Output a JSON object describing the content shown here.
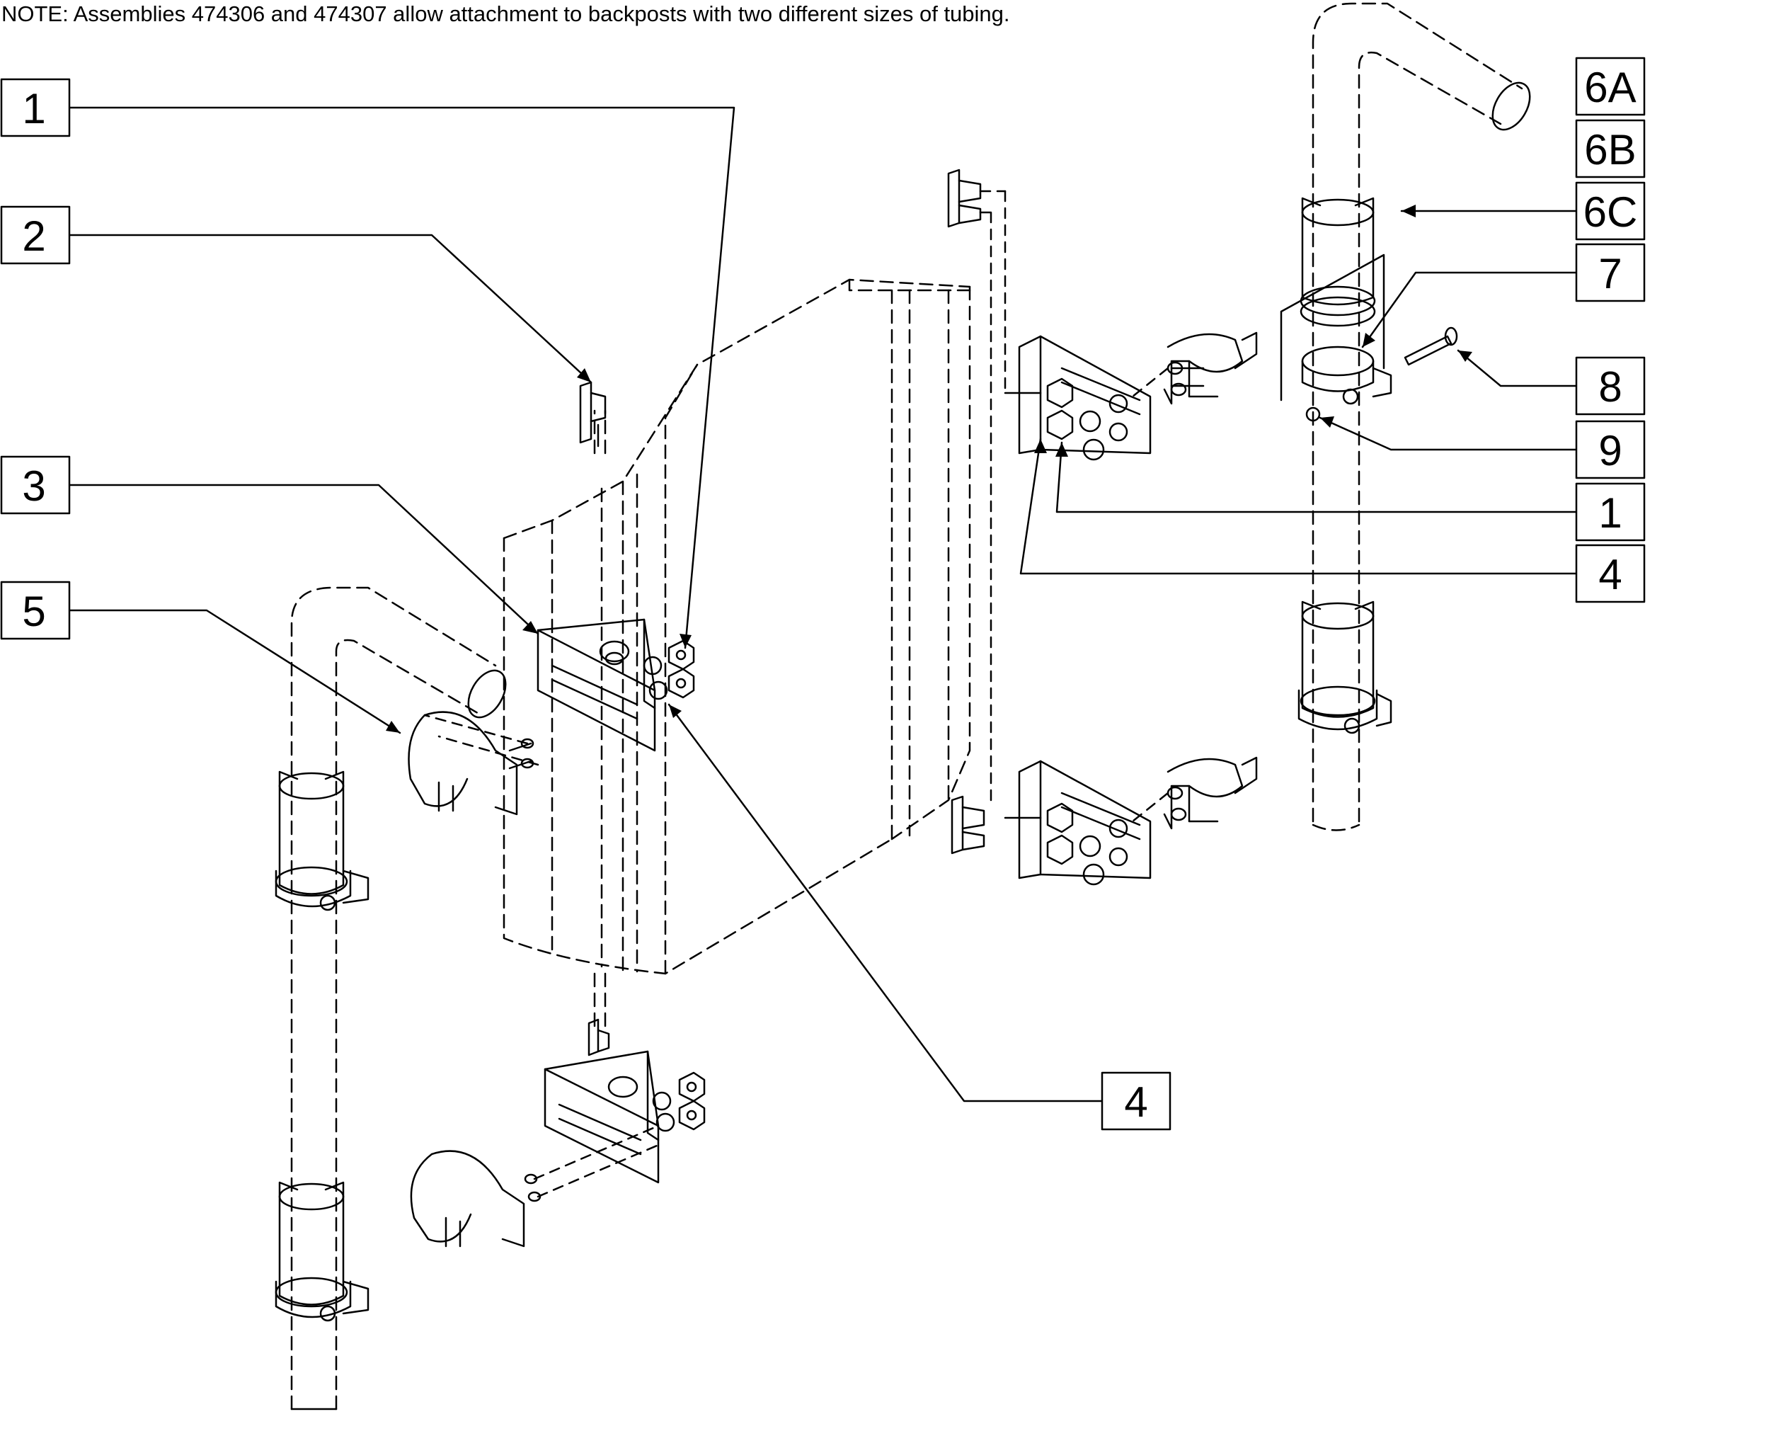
{
  "note": "NOTE: Assemblies 474306 and 474307 allow attachment to backposts with two different sizes of tubing.",
  "callouts": {
    "left_1": "1",
    "left_2": "2",
    "left_3": "3",
    "left_5": "5",
    "bottom_4": "4",
    "right_6a": "6A",
    "right_6b": "6B",
    "right_6c": "6C",
    "right_7": "7",
    "right_8": "8",
    "right_9": "9",
    "right_1": "1",
    "right_4": "4"
  },
  "colors": {
    "line": "#000000",
    "background": "#ffffff"
  }
}
